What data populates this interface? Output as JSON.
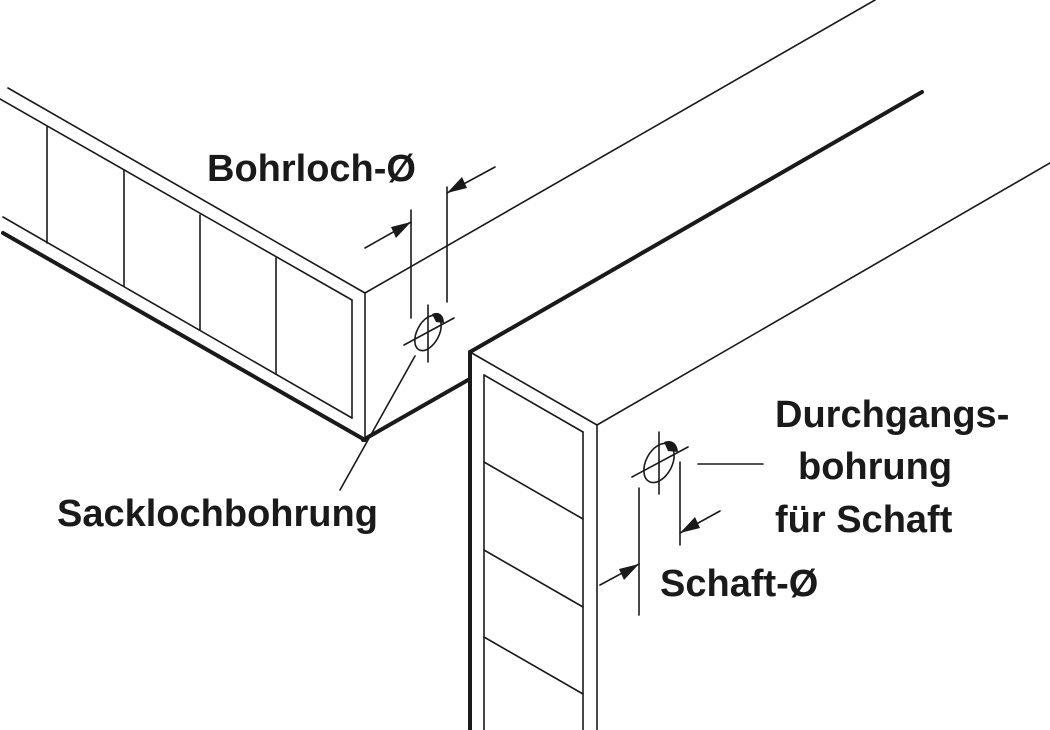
{
  "diagram": {
    "labels": {
      "blind_hole_diameter": "Bohrloch-Ø",
      "blind_hole": "Sacklochbohrung",
      "through_hole_line1": "Durchgangs-",
      "through_hole_line2": "bohrung",
      "through_hole_line3": "für Schaft",
      "shaft_diameter": "Schaft-Ø"
    },
    "line_color": "#1a1a1a"
  }
}
